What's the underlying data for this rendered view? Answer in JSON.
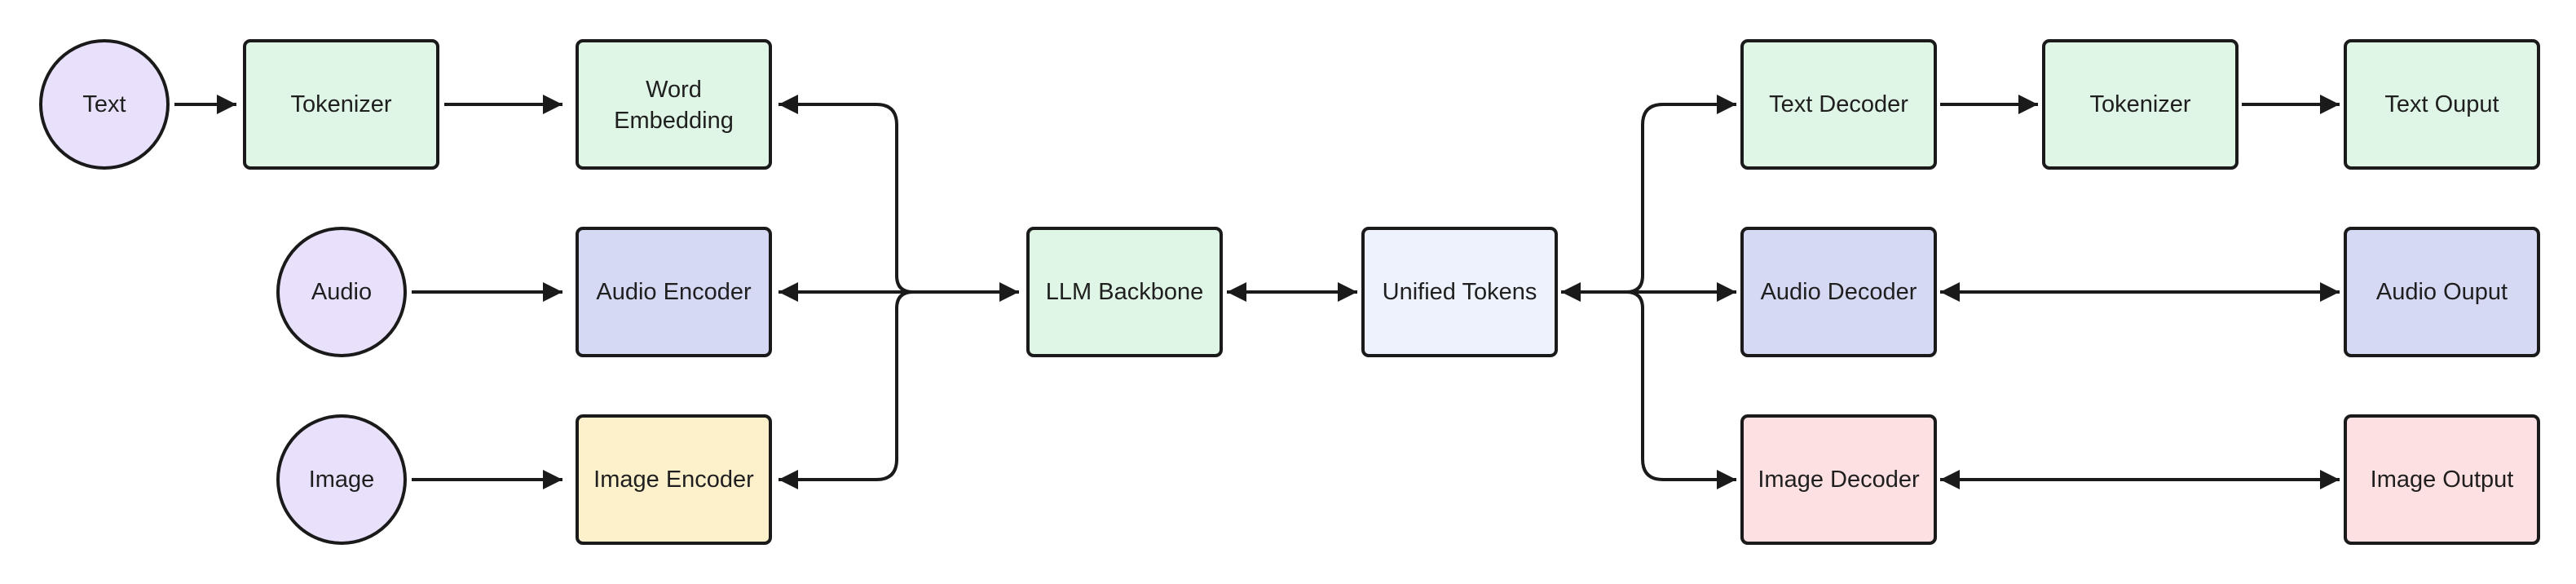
{
  "nodes": {
    "text_input": {
      "label": "Text",
      "fill": "#e9e1fc"
    },
    "audio_input": {
      "label": "Audio",
      "fill": "#e9e1fc"
    },
    "image_input": {
      "label": "Image",
      "fill": "#e9e1fc"
    },
    "tokenizer_in": {
      "label": "Tokenizer",
      "fill": "#dff5e5"
    },
    "word_embedding": {
      "label": "Word\nEmbedding",
      "fill": "#dff5e5"
    },
    "audio_encoder": {
      "label": "Audio Encoder",
      "fill": "#d6d9f4"
    },
    "image_encoder": {
      "label": "Image Encoder",
      "fill": "#fdf1cc"
    },
    "llm_backbone": {
      "label": "LLM Backbone",
      "fill": "#dff5e5"
    },
    "unified_tokens": {
      "label": "Unified Tokens",
      "fill": "#eef2fc"
    },
    "text_decoder": {
      "label": "Text Decoder",
      "fill": "#dff5e5"
    },
    "tokenizer_out": {
      "label": "Tokenizer",
      "fill": "#dff5e5"
    },
    "text_output": {
      "label": "Text Ouput",
      "fill": "#dff5e5"
    },
    "audio_decoder": {
      "label": "Audio Decoder",
      "fill": "#d6d9f4"
    },
    "audio_output": {
      "label": "Audio Ouput",
      "fill": "#d6d9f4"
    },
    "image_decoder": {
      "label": "Image Decoder",
      "fill": "#fde0e1"
    },
    "image_output": {
      "label": "Image Output",
      "fill": "#fde0e1"
    }
  },
  "colors": {
    "stroke": "#1a1a1a",
    "text": "#1f1f1f"
  }
}
